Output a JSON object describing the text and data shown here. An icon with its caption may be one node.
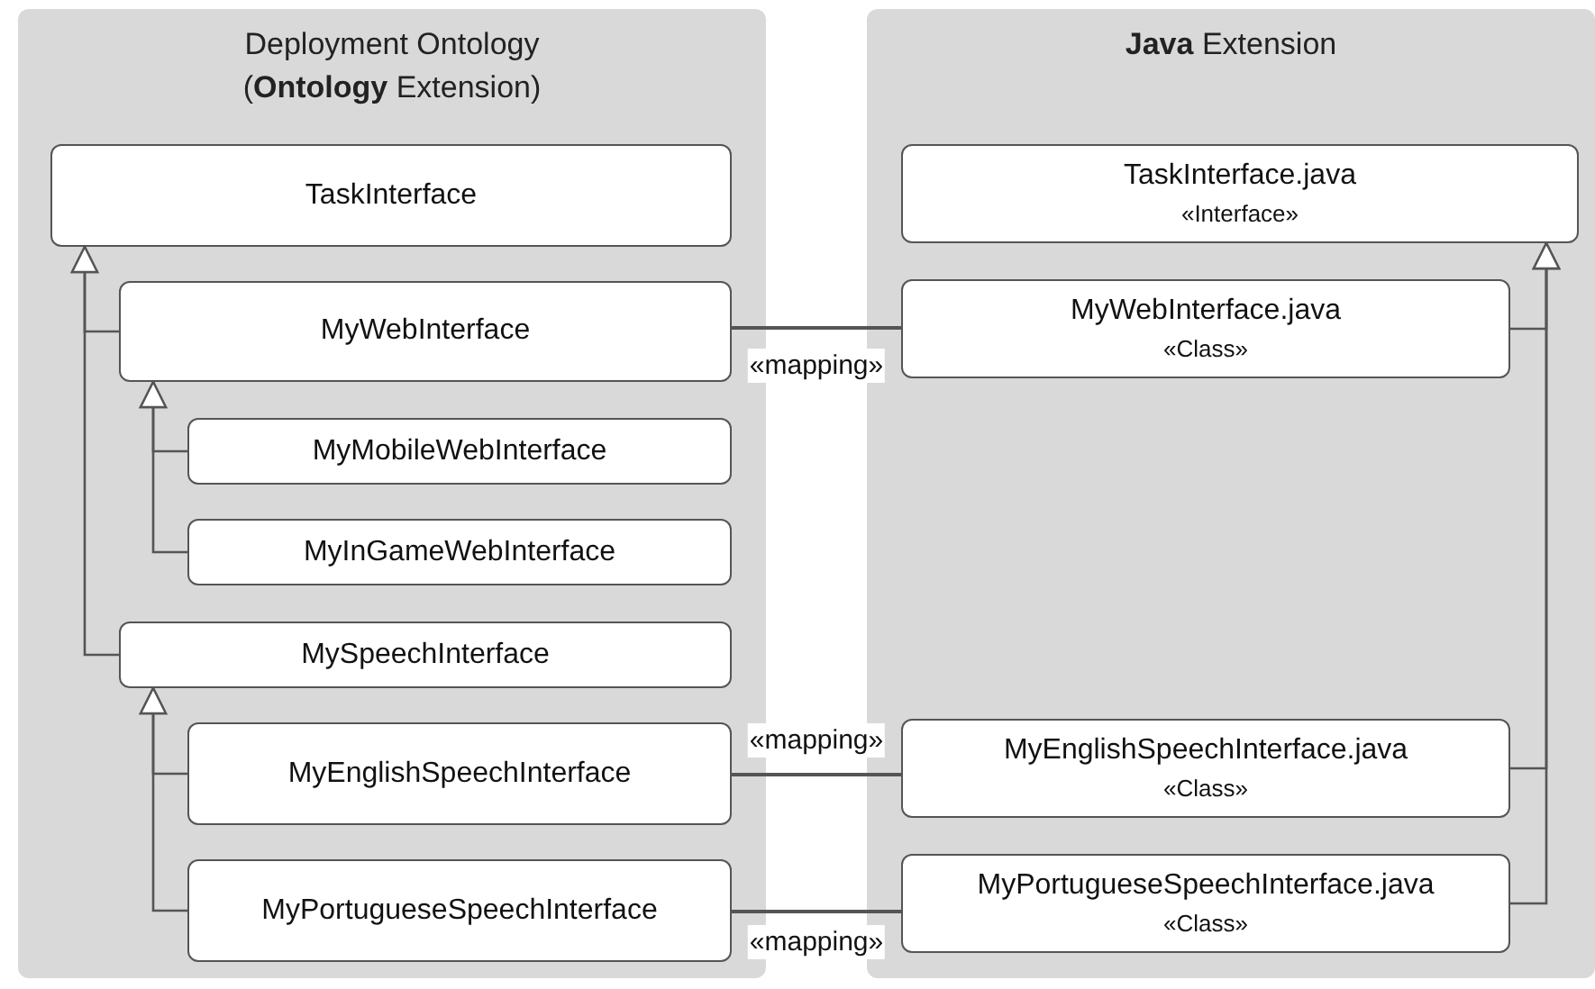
{
  "diagram": {
    "nodes": [
      {
        "text": [
          "Deployment Ontology (**Ontology** Extension)"
        ]
      },
      {
        "text": [
          "TaskInterface"
        ],
        "in": 0
      },
      {
        "text": [
          "MyWebInterface"
        ],
        "in": 0
      },
      {
        "text": [
          "MyMobileWebInterface"
        ],
        "in": 0
      },
      {
        "text": [
          "MyInGameWebInterface"
        ],
        "in": 0
      },
      {
        "text": [
          "MySpeechInterface"
        ],
        "in": 0
      },
      {
        "text": [
          "MyEnglishSpeechInterface"
        ],
        "in": 0
      },
      {
        "text": [
          "MyPortugueseSpeechInterface"
        ],
        "in": 0
      },
      {
        "text": [
          "**Java** Extension"
        ]
      },
      {
        "text": [
          "TaskInterface.java",
          "«Interface»"
        ],
        "in": 8
      },
      {
        "text": [
          "MyWebInterface.java",
          "«Class»"
        ],
        "in": 8
      },
      {
        "text": [
          "MyEnglishSpeechInterface.java",
          "«Class»"
        ],
        "in": 8
      },
      {
        "text": [
          "MyPortugueseSpeechInterface.java",
          "«Class»"
        ],
        "in": 8
      }
    ],
    "edges": [
      {
        "from": 2,
        "to": 1,
        "arrow": "to"
      },
      {
        "from": 5,
        "to": 1,
        "arrow": "to"
      },
      {
        "from": 3,
        "to": 2,
        "arrow": "to"
      },
      {
        "from": 4,
        "to": 2,
        "arrow": "to"
      },
      {
        "from": 6,
        "to": 5,
        "arrow": "to"
      },
      {
        "from": 7,
        "to": 5,
        "arrow": "to"
      },
      {
        "from": 10,
        "to": 9,
        "arrow": "to"
      },
      {
        "from": 11,
        "to": 9,
        "arrow": "to"
      },
      {
        "from": 12,
        "to": 9,
        "arrow": "to"
      },
      {
        "from": 2,
        "to": 10,
        "arrow": "none",
        "label": "«mapping»"
      },
      {
        "from": 6,
        "to": 11,
        "arrow": "none",
        "label": "«mapping»"
      },
      {
        "from": 7,
        "to": 12,
        "arrow": "none",
        "label": "«mapping»"
      }
    ]
  }
}
